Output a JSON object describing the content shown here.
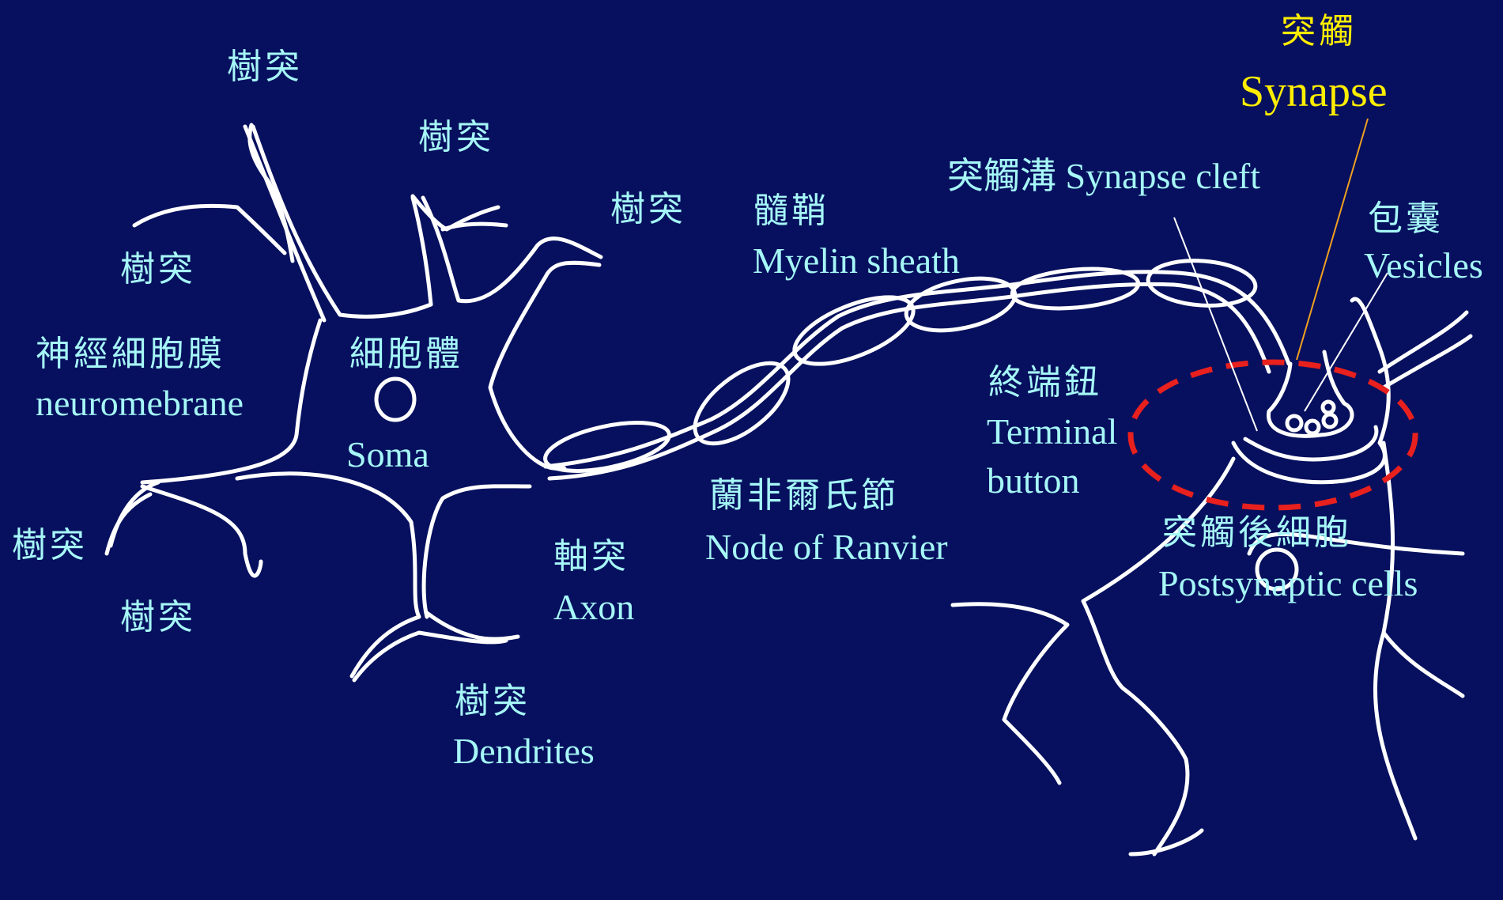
{
  "labels": {
    "dendrite_1": "樹突",
    "dendrite_2": "樹突",
    "dendrite_3": "樹突",
    "dendrite_4": "樹突",
    "dendrite_5": "樹突",
    "dendrite_6": "樹突",
    "dendrites_zh": "樹突",
    "dendrites_en": "Dendrites",
    "membrane_zh": "神經細胞膜",
    "membrane_en": "neuromebrane",
    "soma_zh": "細胞體",
    "soma_en": "Soma",
    "axon_zh": "軸突",
    "axon_en": "Axon",
    "myelin_zh": "髓鞘",
    "myelin_en": "Myelin sheath",
    "node_zh": "蘭非爾氏節",
    "node_en": "Node of Ranvier",
    "terminal_zh": "終端鈕",
    "terminal_en_1": "Terminal",
    "terminal_en_2": "button",
    "cleft": "突觸溝 Synapse cleft",
    "synapse_zh": "突觸",
    "synapse_en": "Synapse",
    "vesicles_zh": "包囊",
    "vesicles_en": "Vesicles",
    "post_zh": "突觸後細胞",
    "post_en": "Postsynaptic cells"
  },
  "colors": {
    "background": "#06105e",
    "label": "#a6f7f7",
    "highlight": "#ffee00",
    "stroke": "#ffffff",
    "synapse_circle": "#e8201e",
    "pointer_orange": "#f0a020"
  }
}
